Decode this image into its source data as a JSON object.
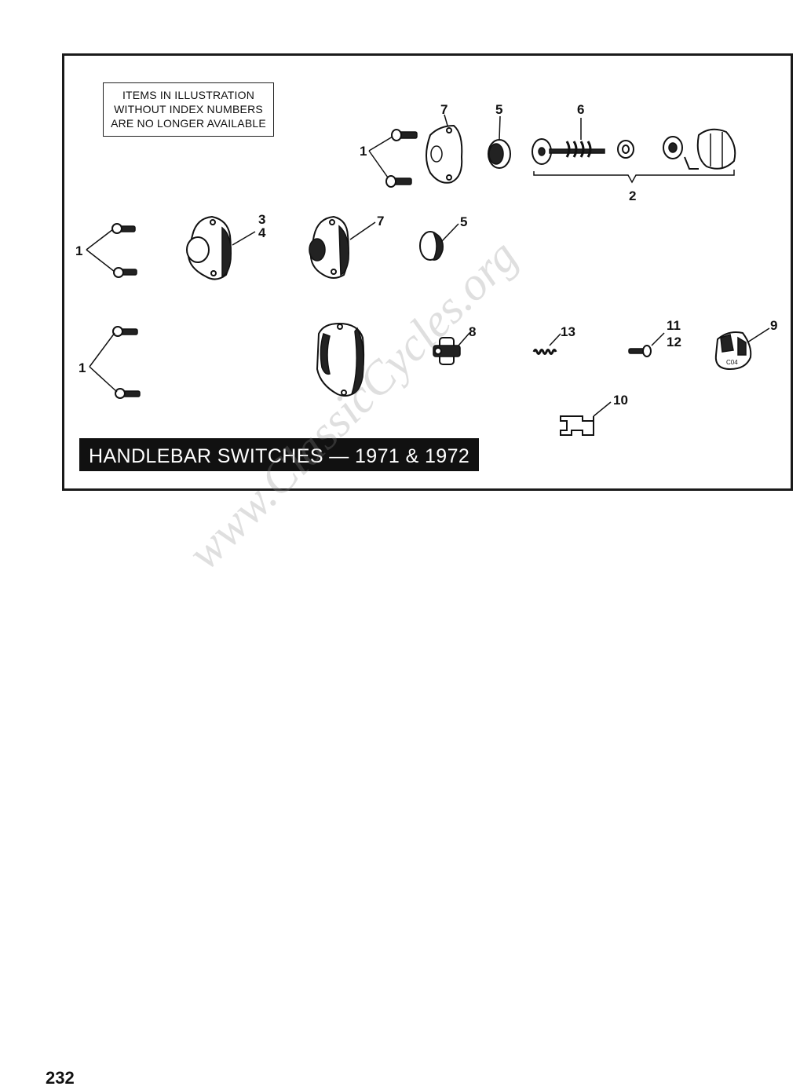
{
  "note": {
    "lines": [
      "ITEMS IN ILLUSTRATION",
      "WITHOUT INDEX NUMBERS",
      "ARE NO LONGER AVAILABLE"
    ]
  },
  "title": "HANDLEBAR SWITCHES — 1971 & 1972",
  "watermark": "www.ClassicCycles.org",
  "page_number": "232",
  "labels": {
    "l1a": "1",
    "l7a": "7",
    "l5a": "5",
    "l6": "6",
    "l2": "2",
    "l1b": "1",
    "l3": "3",
    "l4": "4",
    "l7b": "7",
    "l5b": "5",
    "l1c": "1",
    "l8": "8",
    "l13": "13",
    "l11": "11",
    "l12": "12",
    "l9": "9",
    "l10": "10"
  }
}
